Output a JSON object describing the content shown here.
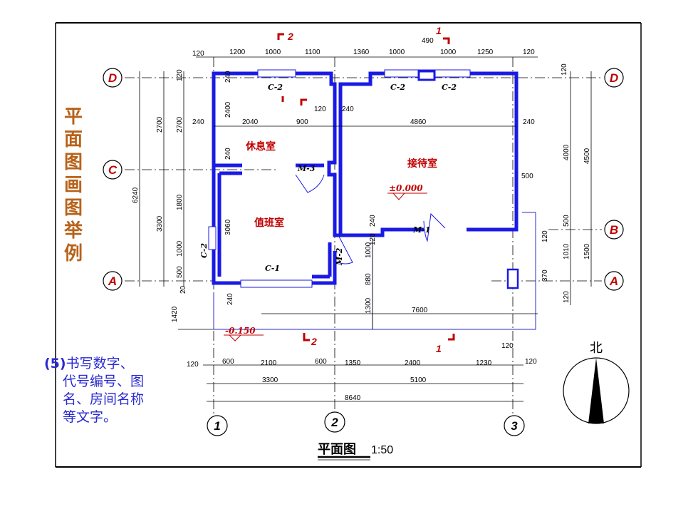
{
  "side_title": [
    "平",
    "面",
    "图",
    "画",
    "图",
    "举",
    "例"
  ],
  "note": {
    "num": "(5)",
    "line1": "书写数字、",
    "line2": "代号编号、图",
    "line3": "名、房间名称",
    "line4": "等文字。"
  },
  "rooms": {
    "rest": "休息室",
    "reception": "接待室",
    "duty": "值班室"
  },
  "plan_title": {
    "name": "平面图",
    "scale": "1:50"
  },
  "north": "北",
  "elevations": {
    "floor": "±0.000",
    "outside": "-0.150"
  },
  "grid": {
    "rows": [
      "D",
      "C",
      "B",
      "A"
    ],
    "cols": [
      "1",
      "2",
      "3"
    ]
  },
  "sections": {
    "s1": "1",
    "s2": "2"
  },
  "tags": {
    "c2a": "C-2",
    "c2b": "C-2",
    "c2c": "C-2",
    "c2d": "C-2",
    "c1": "C-1",
    "m1": "M-1",
    "m2": "M-2",
    "m3": "M-3"
  },
  "dims_top": [
    "120",
    "1200",
    "1000",
    "1100",
    "1360",
    "1000",
    "490",
    "1000",
    "1250",
    "120"
  ],
  "dims_bottom1": [
    "120",
    "600",
    "2100",
    "600",
    "1350",
    "2400",
    "1230",
    "120",
    "120"
  ],
  "dims_bottom2": [
    "3300",
    "5100"
  ],
  "dims_bottom3": "8640",
  "dims_inner": [
    "2040",
    "900",
    "120",
    "240",
    "4860",
    "240",
    "240",
    "7600",
    "500"
  ],
  "dims_left": [
    "6240",
    "2700",
    "2700",
    "3300",
    "1800",
    "1000",
    "500",
    "120",
    "240",
    "2400",
    "240",
    "3060",
    "240",
    "1420",
    "20"
  ],
  "dims_right": [
    "120",
    "4000",
    "4500",
    "500",
    "120",
    "1010",
    "1500",
    "370",
    "120",
    "1000",
    "880",
    "1300",
    "120",
    "240"
  ]
}
